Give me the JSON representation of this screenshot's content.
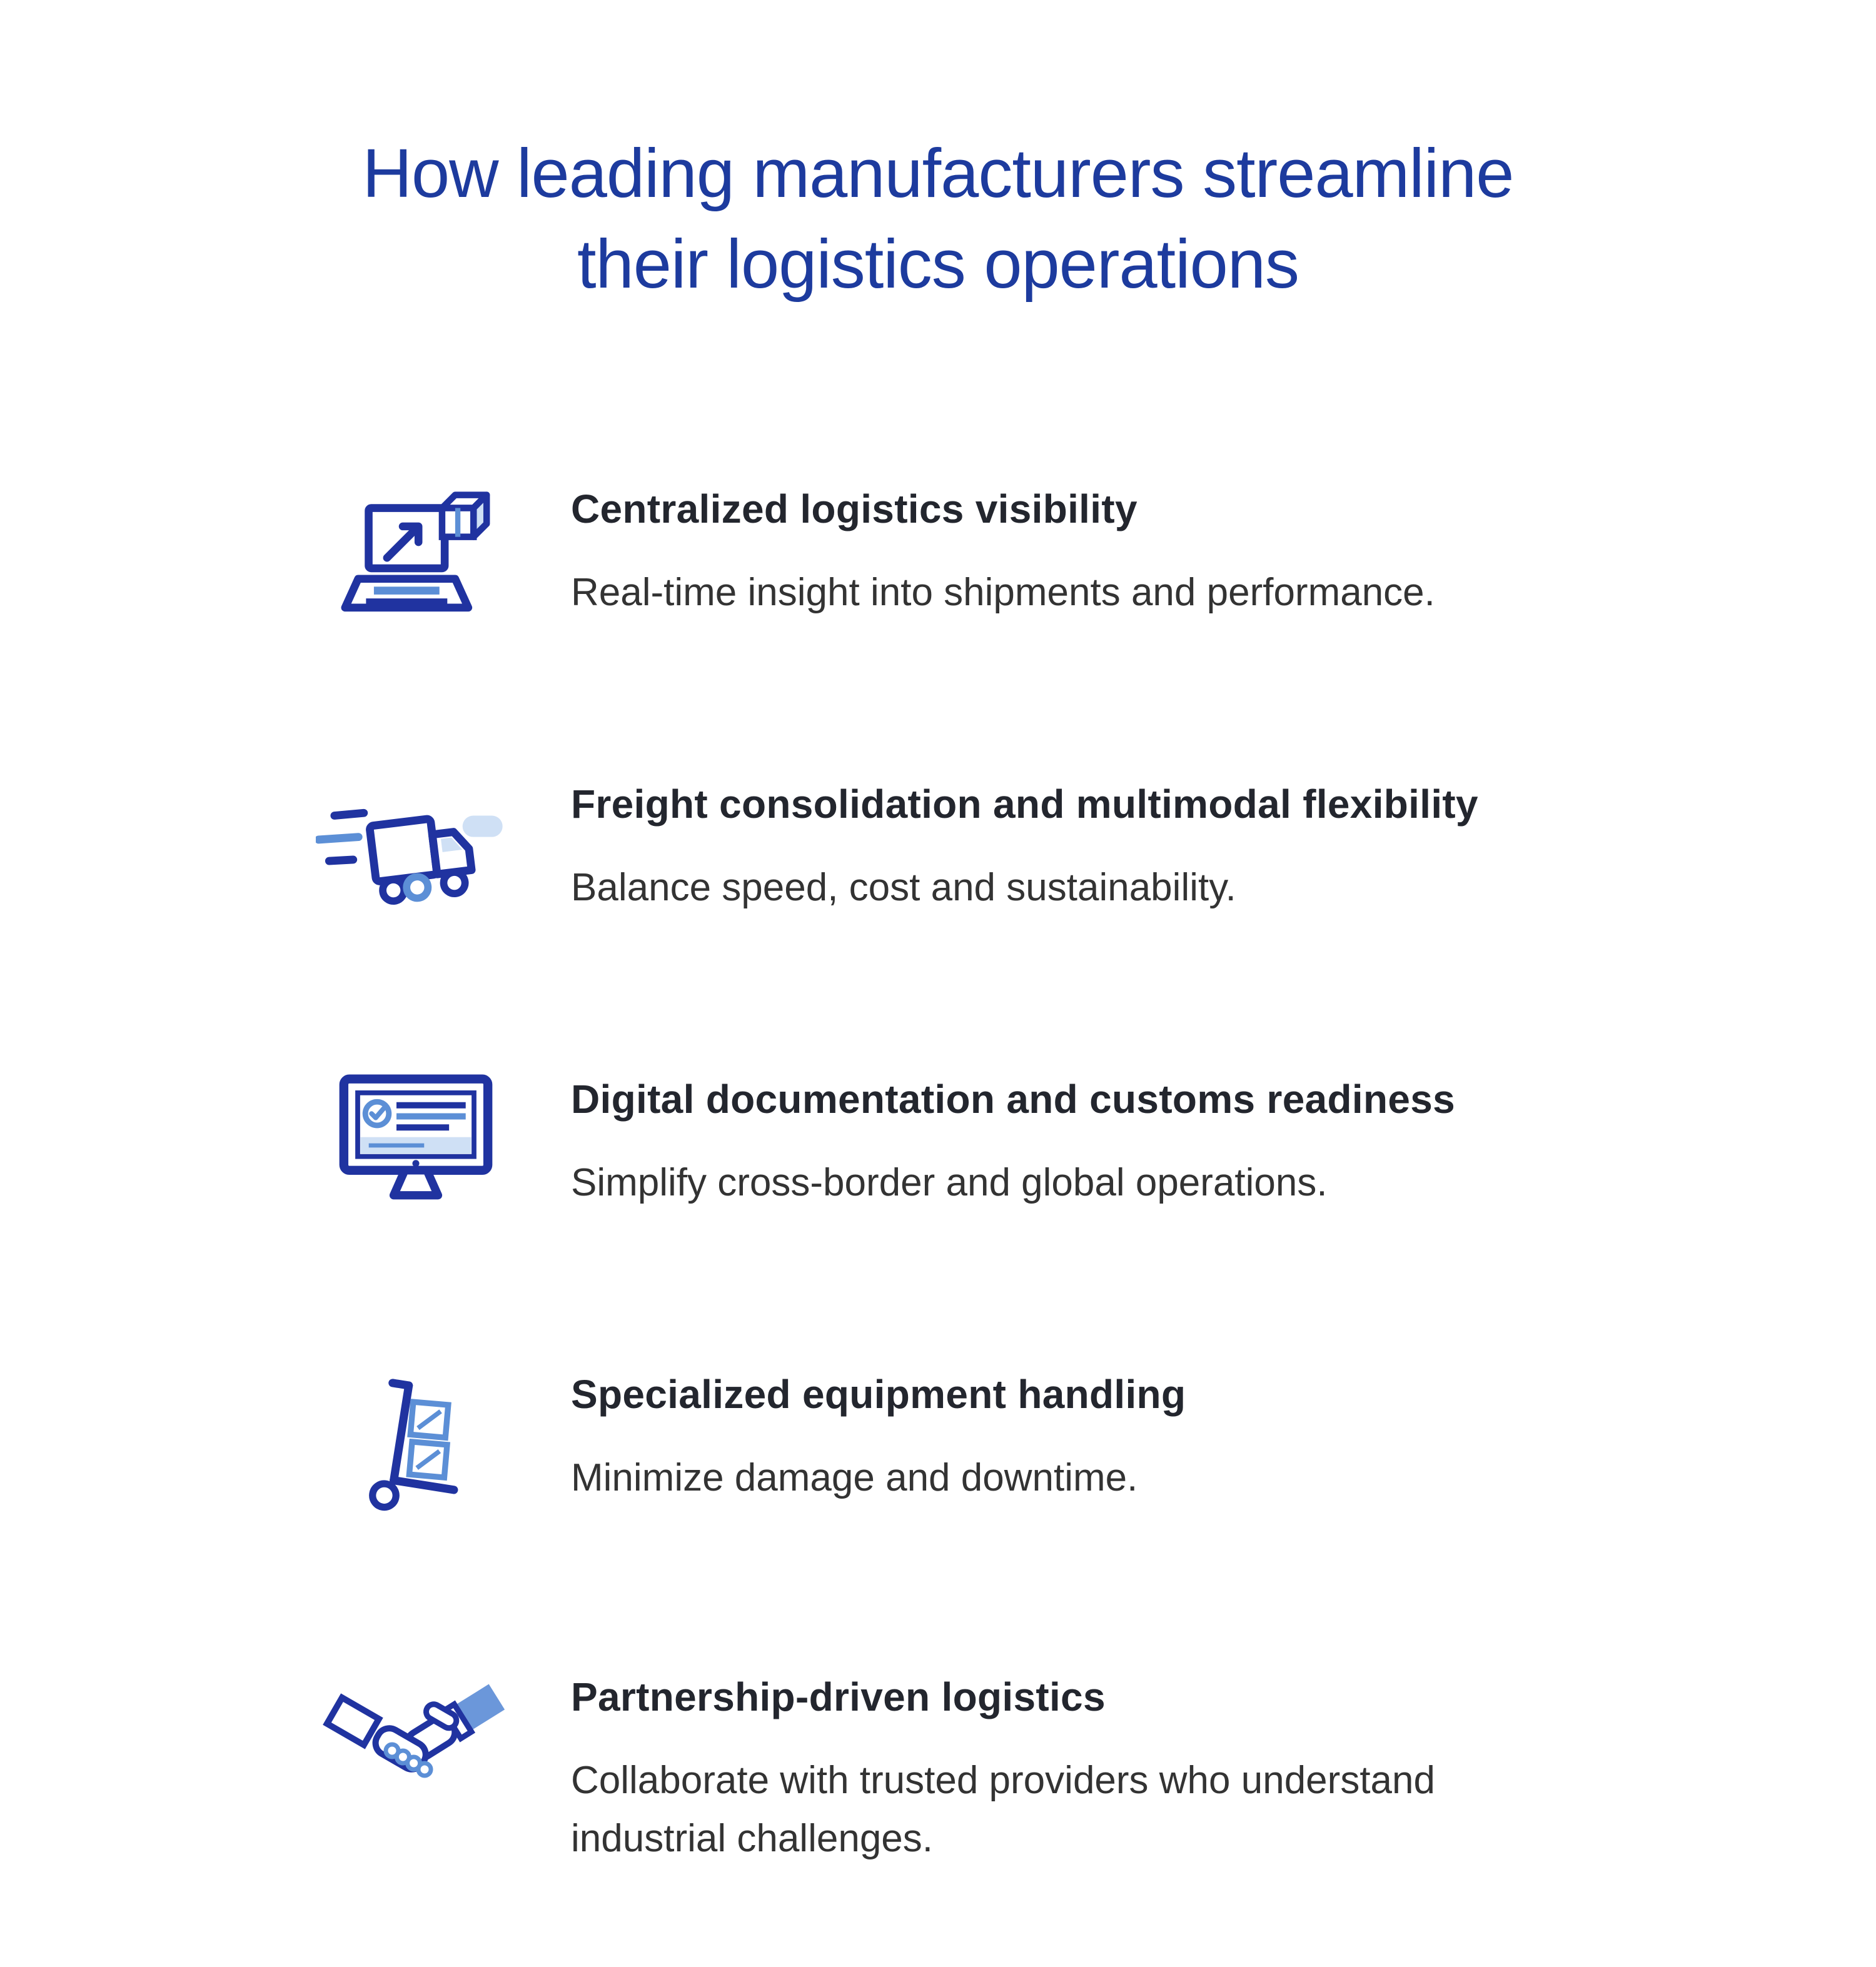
{
  "page": {
    "title_lines": [
      "How leading manufacturers streamline",
      "their logistics operations"
    ]
  },
  "colors": {
    "title_blue": "#1d3b9e",
    "icon_navy": "#2033a0",
    "icon_blue": "#5c8fd6",
    "icon_blue_tint": "#cfe0f5",
    "heading_text": "#23262e",
    "body_text": "#333333"
  },
  "sections": [
    {
      "icon": "laptop-outbound-shipment-icon",
      "title": "Centralized logistics visibility",
      "description": "Real-time insight into shipments and performance."
    },
    {
      "icon": "speeding-truck-icon",
      "title": "Freight consolidation and multimodal flexibility",
      "description": "Balance speed, cost and sustainability."
    },
    {
      "icon": "monitor-checklist-icon",
      "title": "Digital documentation and customs readiness",
      "description": "Simplify cross-border and global operations."
    },
    {
      "icon": "hand-truck-boxes-icon",
      "title": "Specialized equipment handling",
      "description": "Minimize damage and downtime."
    },
    {
      "icon": "handshake-icon",
      "title": "Partnership-driven logistics",
      "description": "Collaborate with trusted providers who understand industrial challenges."
    }
  ]
}
